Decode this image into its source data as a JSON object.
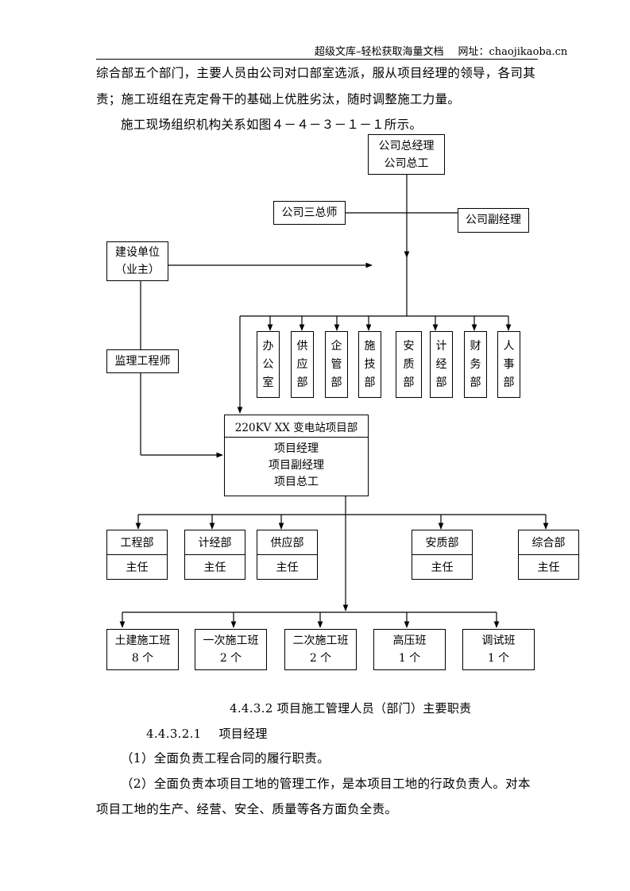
{
  "header": {
    "site_name": "超级文库–轻松获取海量文档",
    "site_url": "网址：chaojikaoba.cn"
  },
  "paragraphs": {
    "line1": "综合部五个部门，主要人员由公司对口部室选派，服从项目经理的领导，各司其",
    "line2": "责；施工班组在克定骨干的基础上优胜劣汰，随时调整施工力量。",
    "line3": "施工现场组织机构关系如图４－４－３－１－１所示。"
  },
  "chart": {
    "top": {
      "line1": "公司总经理",
      "line2": "公司总工"
    },
    "chief_engineer": "公司三总师",
    "deputy_manager": "公司副经理",
    "owner": {
      "line1": "建设单位",
      "line2": "（业主）"
    },
    "supervisor": "监理工程师",
    "departments": [
      {
        "chars": [
          "办",
          "公",
          "室"
        ]
      },
      {
        "chars": [
          "供",
          "应",
          "部"
        ]
      },
      {
        "chars": [
          "企",
          "管",
          "部"
        ]
      },
      {
        "chars": [
          "施",
          "技",
          "部"
        ]
      },
      {
        "chars": [
          "安",
          "质",
          "部"
        ]
      },
      {
        "chars": [
          "计",
          "经",
          "部"
        ]
      },
      {
        "chars": [
          "财",
          "务",
          "部"
        ]
      },
      {
        "chars": [
          "人",
          "事",
          "部"
        ]
      }
    ],
    "project": {
      "title": "220KV XX  变电站项目部",
      "role1": "项目经理",
      "role2": "项目副经理",
      "role3": "项目总工"
    },
    "sections": [
      {
        "name": "工程部",
        "role": "主任"
      },
      {
        "name": "计经部",
        "role": "主任"
      },
      {
        "name": "供应部",
        "role": "主任"
      },
      {
        "name": "安质部",
        "role": "主任"
      },
      {
        "name": "综合部",
        "role": "主任"
      }
    ],
    "teams": [
      {
        "name": "土建施工班",
        "count": "8 个"
      },
      {
        "name": "一次施工班",
        "count": "2 个"
      },
      {
        "name": "二次施工班",
        "count": "2 个"
      },
      {
        "name": "高压班",
        "count": "1 个"
      },
      {
        "name": "调试班",
        "count": "1 个"
      }
    ]
  },
  "section_heading": "4.4.3.2 项目施工管理人员（部门）主要职责",
  "subsection": {
    "number": "4.4.3.2.1",
    "title": "项目经理"
  },
  "duties": {
    "item1": "（1）全面负责工程合同的履行职责。",
    "item2_line1": "（2）全面负责本项目工地的管理工作，是本项目工地的行政负责人。对本",
    "item2_line2": "项目工地的生产、经营、安全、质量等各方面负全责。"
  }
}
